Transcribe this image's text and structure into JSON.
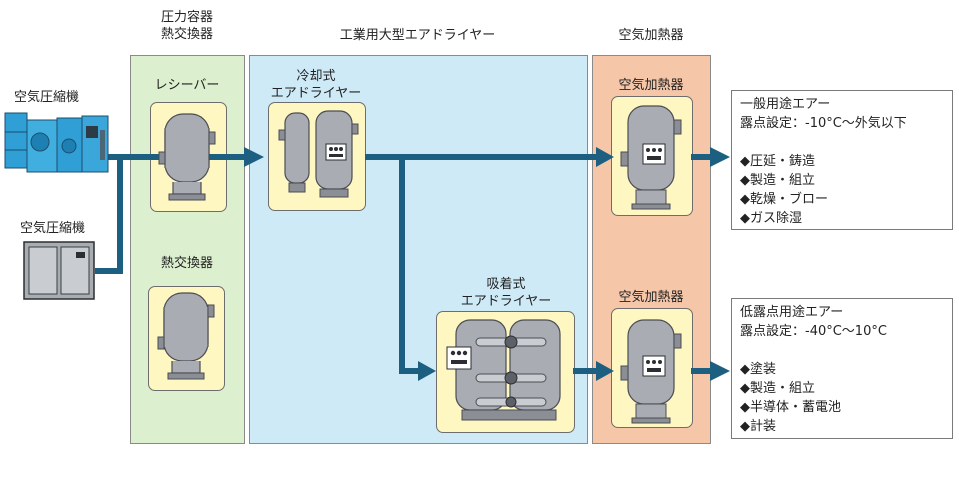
{
  "colors": {
    "flow": "#1d5f80",
    "zone_green": "#dcefcf",
    "zone_blue": "#cfeaf7",
    "zone_salmon": "#f6c6a8",
    "card": "#fff7c2",
    "tank": "#a9adb3"
  },
  "compressors": {
    "top_label": "空気圧縮機",
    "bottom_label": "空気圧縮機"
  },
  "pressure_zone": {
    "header_line1": "圧力容器",
    "header_line2": "熱交換器",
    "receiver_label": "レシーバー",
    "exchanger_label": "熱交換器"
  },
  "dryer_zone": {
    "header": "工業用大型エアドライヤー",
    "refrigerated_line1": "冷却式",
    "refrigerated_line2": "エアドライヤー",
    "desiccant_line1": "吸着式",
    "desiccant_line2": "エアドライヤー"
  },
  "heater_zone": {
    "header": "空気加熱器",
    "top_label": "空気加熱器",
    "bottom_label": "空気加熱器"
  },
  "outputs": [
    {
      "title": "一般用途エアー",
      "dewpoint": "露点設定：-10°C～外気以下",
      "uses": [
        "◆圧延・鋳造",
        "◆製造・組立",
        "◆乾燥・ブロー",
        "◆ガス除湿"
      ]
    },
    {
      "title": "低露点用途エアー",
      "dewpoint": "露点設定：-40°C～10°C",
      "uses": [
        "◆塗装",
        "◆製造・組立",
        "◆半導体・蓄電池",
        "◆計装"
      ]
    }
  ]
}
